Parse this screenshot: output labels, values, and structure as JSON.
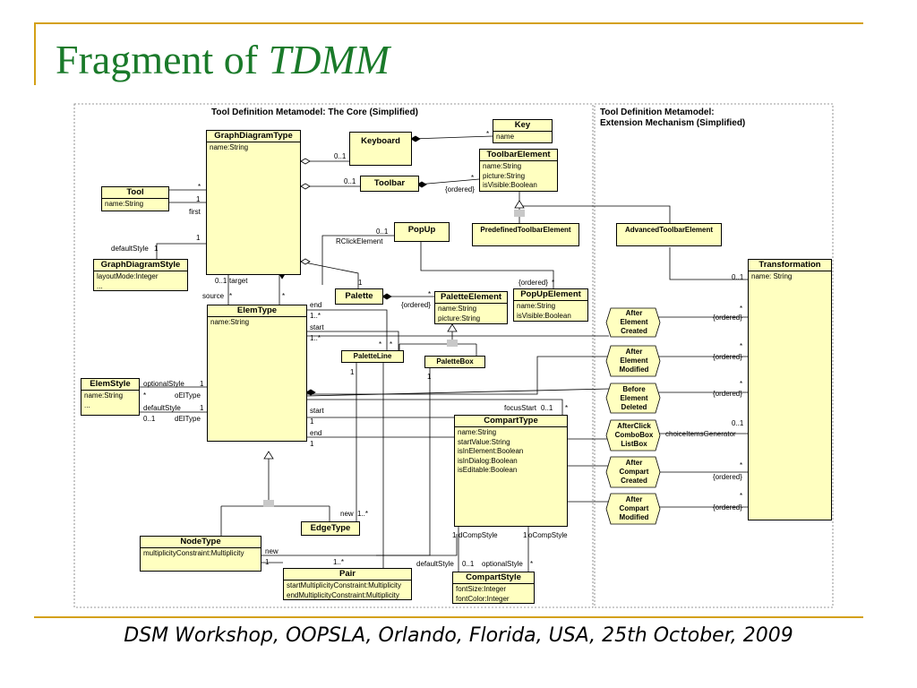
{
  "slide": {
    "title_plain": "Fragment of",
    "title_italic": "TDMM",
    "footer": "DSM Workshop, OOPSLA, Orlando, Florida, USA, 25th October, 2009"
  },
  "panels": {
    "core_title": "Tool Definition Metamodel: The Core (Simplified)",
    "ext_title_line1": "Tool Definition Metamodel:",
    "ext_title_line2": "Extension Mechanism (Simplified)"
  },
  "classes": {
    "graph_diagram_type": {
      "name": "GraphDiagramType",
      "attrs": [
        "name:String"
      ]
    },
    "key": {
      "name": "Key",
      "attrs": [
        "name"
      ]
    },
    "keyboard": {
      "name": "Keyboard"
    },
    "toolbar_element": {
      "name": "ToolbarElement",
      "attrs": [
        "name:String",
        "picture:String",
        "isVisible:Boolean"
      ]
    },
    "toolbar": {
      "name": "Toolbar"
    },
    "tool": {
      "name": "Tool",
      "attrs": [
        "name:String"
      ]
    },
    "predefined_toolbar_element": {
      "name": "PredefinedToolbarElement"
    },
    "advanced_toolbar_element": {
      "name": "AdvancedToolbarElement"
    },
    "popup": {
      "name": "PopUp"
    },
    "graph_diagram_style": {
      "name": "GraphDiagramStyle",
      "attrs": [
        "layoutMode:Integer",
        "..."
      ]
    },
    "transformation": {
      "name": "Transformation",
      "attrs": [
        "name: String"
      ]
    },
    "palette": {
      "name": "Palette"
    },
    "palette_element": {
      "name": "PaletteElement",
      "attrs": [
        "name:String",
        "picture:String"
      ]
    },
    "popup_element": {
      "name": "PopUpElement",
      "attrs": [
        "name:String",
        "isVisible:Boolean"
      ]
    },
    "elem_type": {
      "name": "ElemType",
      "attrs": [
        "name:String"
      ]
    },
    "palette_line": {
      "name": "PaletteLine"
    },
    "palette_box": {
      "name": "PaletteBox"
    },
    "elem_style": {
      "name": "ElemStyle",
      "attrs": [
        "name:String",
        "..."
      ]
    },
    "compart_type": {
      "name": "CompartType",
      "attrs": [
        "name:String",
        "startValue:String",
        "isInElement:Boolean",
        "isInDialog:Boolean",
        "isEditable:Boolean"
      ]
    },
    "node_type": {
      "name": "NodeType",
      "attrs": [
        "multiplicityConstraint:Multiplicity"
      ]
    },
    "edge_type": {
      "name": "EdgeType"
    },
    "pair": {
      "name": "Pair",
      "attrs": [
        "startMultiplicityConstraint:Multiplicity",
        "endMultiplicityConstraint:Multiplicity"
      ]
    },
    "compart_style": {
      "name": "CompartStyle",
      "attrs": [
        "fontSize:Integer",
        "fontColor:Integer"
      ]
    }
  },
  "events": [
    {
      "line1": "After",
      "line2": "Element",
      "line3": "Created"
    },
    {
      "line1": "After",
      "line2": "Element",
      "line3": "Modified"
    },
    {
      "line1": "Before",
      "line2": "Element",
      "line3": "Deleted"
    },
    {
      "line1": "AfterClick",
      "line2": "ComboBox",
      "line3": "ListBox"
    },
    {
      "line1": "After",
      "line2": "Compart",
      "line3": "Created"
    },
    {
      "line1": "After",
      "line2": "Compart",
      "line3": "Modified"
    }
  ],
  "labels": {
    "star": "*",
    "one": "1",
    "zero_one": "0..1",
    "one_many": "1..*",
    "ordered": "{ordered}",
    "first": "first",
    "default_style": "defaultStyle",
    "target": "target",
    "source": "source",
    "rclick_element": "RClickElement",
    "end": "end",
    "start": "start",
    "optional_style": "optionalStyle",
    "oeltype": "oElType",
    "deltype": "dElType",
    "focus_start": "focusStart",
    "dcompstyle": "dCompStyle",
    "ocompstyle": "oCompStyle",
    "new": "new",
    "choice_items_generator": "choiceItemsGenerator"
  },
  "colors": {
    "title": "#1a7a2a",
    "rule": "#d4a017",
    "class_fill": "#ffffc0"
  }
}
